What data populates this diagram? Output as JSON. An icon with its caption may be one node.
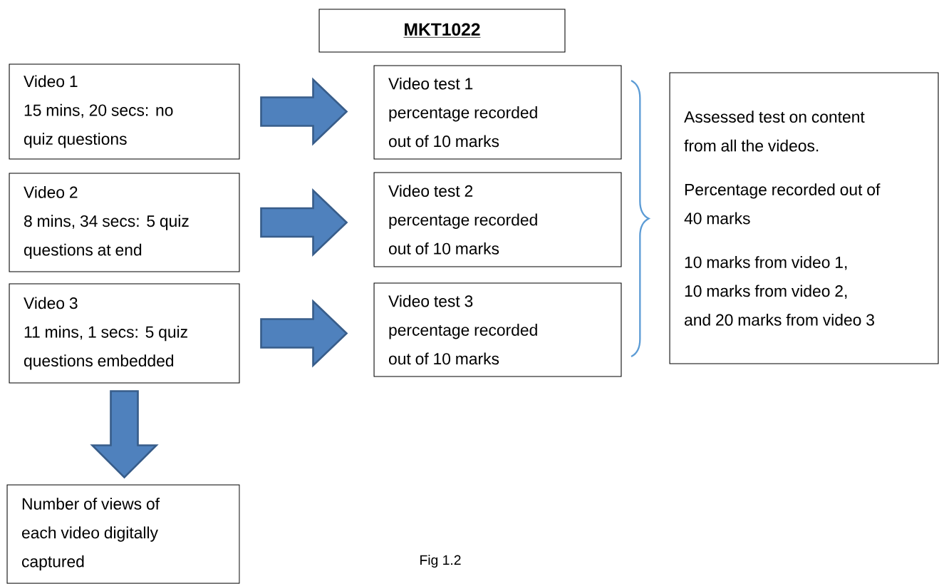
{
  "diagram": {
    "caption": "Fig 1.2",
    "nodes": [
      {
        "text": [
          "MKT1022"
        ]
      },
      {
        "text": [
          "Video 1",
          "15 mins, 20 secs: no quiz questions"
        ]
      },
      {
        "text": [
          "Video 2",
          "8 mins, 34 secs: 5 quiz questions at end"
        ]
      },
      {
        "text": [
          "Video 3",
          "11 mins, 1 secs: 5 quiz questions embedded"
        ]
      },
      {
        "text": [
          "Video test 1",
          "percentage recorded out of 10 marks"
        ]
      },
      {
        "text": [
          "Video test 2",
          "percentage recorded out of 10 marks"
        ]
      },
      {
        "text": [
          "Video test 3",
          "percentage recorded out of 10 marks"
        ]
      },
      {
        "text": [
          "Assessed test on content from all the videos.",
          "Percentage recorded out of 40 marks",
          "10 marks from video 1,",
          "10 marks from video 2,",
          "and 20 marks from video 3"
        ]
      },
      {
        "text": [
          "Number of views of each video digitally captured"
        ]
      }
    ],
    "edges": [
      {
        "from": 1,
        "to": 4,
        "arrow": "to"
      },
      {
        "from": 2,
        "to": 5,
        "arrow": "to"
      },
      {
        "from": 3,
        "to": 6,
        "arrow": "to"
      },
      {
        "from": 3,
        "to": 8,
        "arrow": "to"
      }
    ]
  }
}
